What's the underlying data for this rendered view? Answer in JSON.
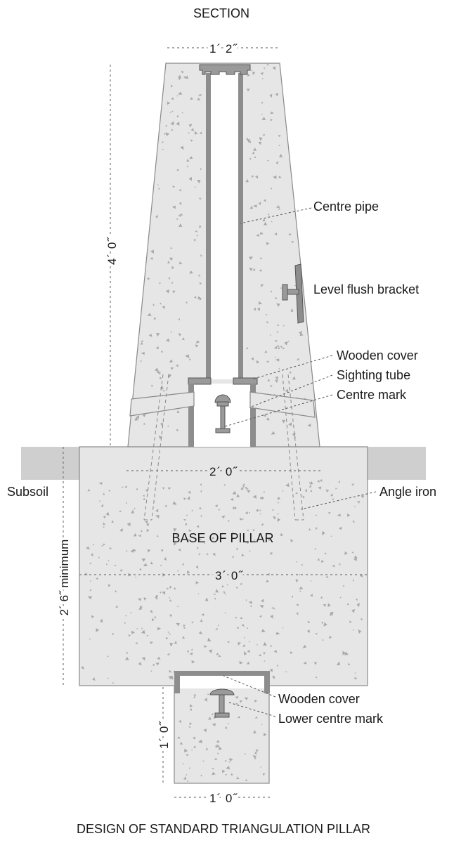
{
  "header": {
    "title": "SECTION"
  },
  "footer": {
    "caption": "DESIGN OF STANDARD TRIANGULATION PILLAR"
  },
  "dimensions": {
    "top_width": "1´ 2˝",
    "pillar_height": "4´ 0˝",
    "upper_base_width": "2´ 0˝",
    "base_width": "3´ 0˝",
    "base_depth": "2´ 6˝ minimum",
    "lower_depth": "1´ 0˝",
    "lower_width": "1´ 0˝"
  },
  "labels": {
    "centre_pipe": "Centre pipe",
    "level_flush_bracket": "Level flush bracket",
    "wooden_cover_upper": "Wooden cover",
    "sighting_tube": "Sighting tube",
    "centre_mark": "Centre mark",
    "subsoil": "Subsoil",
    "angle_iron": "Angle iron",
    "base_of_pillar": "BASE OF PILLAR",
    "wooden_cover_lower": "Wooden cover",
    "lower_centre_mark": "Lower centre mark"
  },
  "colors": {
    "concrete": "#e6e6e6",
    "subsoil": "#cfcfcf",
    "metal": "#8d8d8d",
    "aggregate": "#a9a9a9"
  }
}
